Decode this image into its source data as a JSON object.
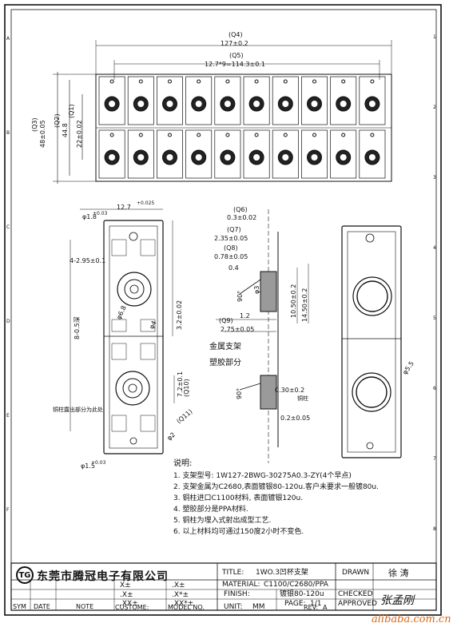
{
  "drawing": {
    "top_view": {
      "q4": "(Q4)",
      "dim_127": "127±0.2",
      "q5": "(Q5)",
      "dim_pitch": "12.7*9=114.3±0.1",
      "q3": "(Q3)",
      "dim_48": "48±0.05",
      "q2": "(Q2)",
      "dim_44": "44.8",
      "q1": "(Q1)",
      "dim_22": "22±0.02"
    },
    "left_detail": {
      "dim_127_tol": "12.7",
      "tol_sup": "+0.025",
      "hole_top": "φ1.8",
      "hole_top_tol": "+0.03",
      "holes4": "4-2.95±0.1",
      "dim_6": "φ6.8",
      "dim_phi4": "φ4",
      "dim_8": "8-0.5深",
      "dim_32": "3.2±0.02",
      "dim_72": "7.2±0.1",
      "q10": "(Q10)",
      "q11": "(Q11)",
      "dim_phi2": "φ2",
      "note_copper": "铜柱露出部分为此处",
      "hole_bottom": "φ1.5",
      "hole_bottom_tol": "+0.03"
    },
    "section": {
      "q6": "(Q6)",
      "dim_03": "0.3±0.02",
      "q7": "(Q7)",
      "dim_235": "2.35±0.05",
      "q8": "(Q8)",
      "dim_078": "0.78±0.05",
      "dim_04": "0.4",
      "dim_phi3": "φ3",
      "angle": "90°",
      "dim_1050": "10.50±0.2",
      "dim_1450": "14.50±0.2",
      "dim_12": "1.2",
      "q9": "(Q9)",
      "dim_275": "2.75±0.05",
      "label_metal": "金属支架",
      "label_plastic": "塑胶部分",
      "angle2": "90°",
      "dim_030": "0.30±0.2",
      "label_pin": "铜柱",
      "dim_02": "0.2±0.05"
    },
    "right_detail": {
      "dim_phi55": "φ5.5"
    }
  },
  "notes": {
    "title": "说明:",
    "items": [
      "1. 支架型号: 1W127-2BWG-30275A0.3-ZY(4个早点)",
      "2. 支架金属为C2680,表面镀银80-120u.客户未要求一般镀80u.",
      "3. 铜柱进口C1100材料, 表面镀银120u.",
      "4. 塑胶部分是PPA材料.",
      "5. 铜柱为埋入式射出成型工艺.",
      "6. 以上材料均可通过150度2小时不变色."
    ]
  },
  "title_block": {
    "logo": "TG",
    "company": "东莞市腾冠电子有限公司",
    "title_label": "TITLE:",
    "title_value": "1WO.3凹杯支架",
    "drawn_label": "DRAWN",
    "drawn_value": "徐 涛",
    "material_label": "MATERIAL:",
    "material_value": "C1100/C2680/PPA",
    "checked_label": "CHECKED",
    "finish_label": "FINISH:",
    "finish_value": "镀银80-120u",
    "page_label": "PAGE:",
    "page_value": "1/1",
    "approved_label": "APPROVED",
    "tol_x": "X±",
    "tol_x_val": ".X±",
    "tol_xx": ".X±",
    "tol_xx_val": ".X*±",
    "tol_xxx": ".XX±",
    "tol_xxx_val": ".XX*±",
    "unit_label": "UNIT:",
    "unit_value": "MM",
    "rev_label": "REV:",
    "rev_value": "A",
    "col_sym": "SYM",
    "col_date": "DATE",
    "col_note": "NOTE",
    "col_customer": "CUSTOME:",
    "col_model": "MODEL NO.",
    "approved_sig": "张孟刚"
  },
  "border": {
    "letters_top": [
      "1",
      "2",
      "3",
      "4",
      "5",
      "6",
      "7",
      "8"
    ],
    "letters_left": [
      "A",
      "B",
      "C",
      "D",
      "E",
      "F"
    ]
  },
  "watermark": "alibaba.com.cn"
}
